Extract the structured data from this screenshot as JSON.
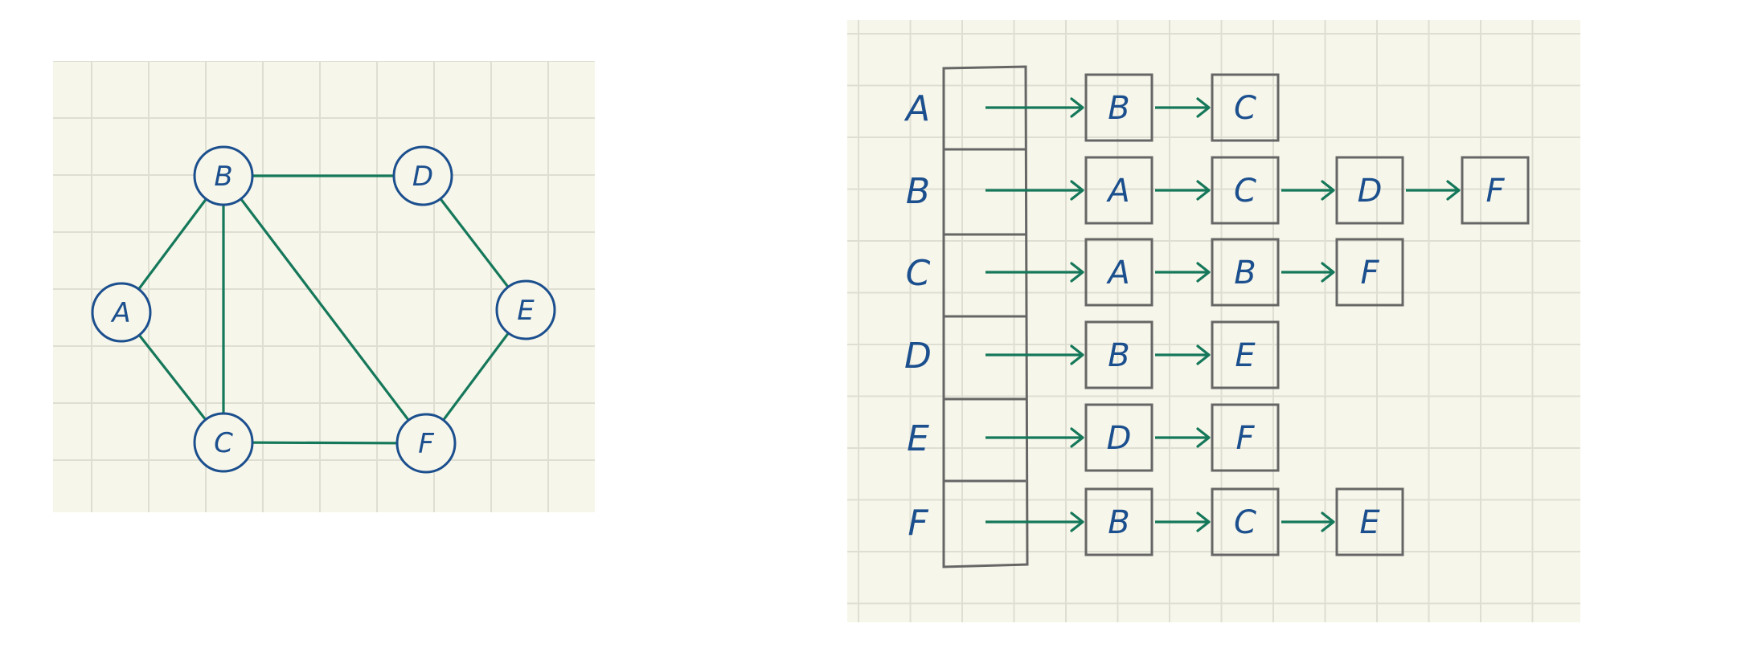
{
  "colors": {
    "paper": "#f7f6ea",
    "grid": "#deded2",
    "ink_blue": "#1b4f8e",
    "edge_green": "#15785a",
    "box_gray": "#666666"
  },
  "graph": {
    "nodes": [
      {
        "id": "A",
        "label": "A"
      },
      {
        "id": "B",
        "label": "B"
      },
      {
        "id": "C",
        "label": "C"
      },
      {
        "id": "D",
        "label": "D"
      },
      {
        "id": "E",
        "label": "E"
      },
      {
        "id": "F",
        "label": "F"
      }
    ],
    "edges": [
      [
        "A",
        "B"
      ],
      [
        "A",
        "C"
      ],
      [
        "B",
        "C"
      ],
      [
        "B",
        "D"
      ],
      [
        "B",
        "F"
      ],
      [
        "C",
        "F"
      ],
      [
        "D",
        "E"
      ],
      [
        "E",
        "F"
      ]
    ]
  },
  "adjacency_list": {
    "rows": [
      {
        "vertex": "A",
        "neighbors": [
          "B",
          "C"
        ]
      },
      {
        "vertex": "B",
        "neighbors": [
          "A",
          "C",
          "D",
          "F"
        ]
      },
      {
        "vertex": "C",
        "neighbors": [
          "A",
          "B",
          "F"
        ]
      },
      {
        "vertex": "D",
        "neighbors": [
          "B",
          "E"
        ]
      },
      {
        "vertex": "E",
        "neighbors": [
          "D",
          "F"
        ]
      },
      {
        "vertex": "F",
        "neighbors": [
          "B",
          "C",
          "E"
        ]
      }
    ]
  }
}
